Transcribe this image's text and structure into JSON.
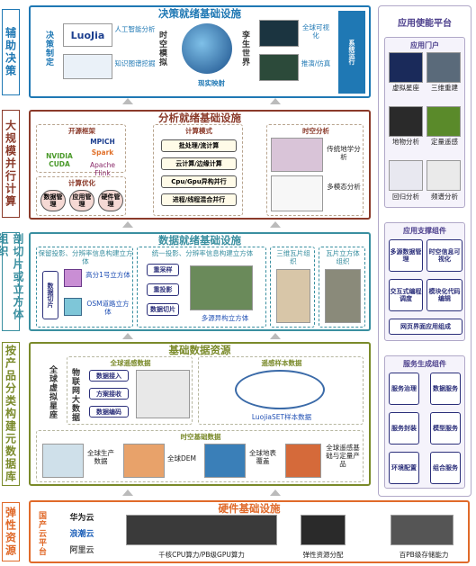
{
  "side_labels": [
    "辅助决策",
    "大规模并行计算",
    "剖切片或立方体组织",
    "按产品分类构建元数据库",
    "弹性资源"
  ],
  "decision": {
    "title": "决策就绪基础设施",
    "left_vertical": "决策制定",
    "luojia": "LuoJia",
    "items": [
      "人工智能分析",
      "知识图谱挖掘"
    ],
    "spacetime_vertical": "时空模拟",
    "mapping": "现实映射",
    "student_world_vertical": "孪生世界",
    "right_items": [
      "全球可视化",
      "推演/仿真"
    ],
    "right_strip": "系统运行"
  },
  "analysis": {
    "title": "分析就绪基础设施",
    "open_source": "开源框架",
    "tools": [
      "MPICH",
      "Spark",
      "NVIDIA CUDA",
      "Apache Flink"
    ],
    "compute_modes_title": "计算模式",
    "compute_modes": [
      "批处理/流计算",
      "云计算/边缘计算",
      "Cpu/Gpu异构并行",
      "进程/线程混合并行"
    ],
    "compute_perf": "计算优化",
    "perf_items": [
      "数据管理",
      "应用管理",
      "硬件管理"
    ],
    "spatial_title": "时空分析",
    "spatial_items": [
      "传统地学分析",
      "多模态分析"
    ]
  },
  "data_ready": {
    "title": "数据就绪基础设施",
    "col1_title": "保留投影、分辨率信息构建立方体",
    "col1_items": [
      "数据切片",
      "高分1号立方体",
      "OSM道路立方体"
    ],
    "col2_title": "统一投影、分辨率信息构建立方体",
    "col2_items": [
      "重采样",
      "重投影",
      "数据切片"
    ],
    "col2_caption": "多源异构立方体",
    "col3_title": "三维瓦片组织",
    "col4_title": "瓦片立方体组织"
  },
  "basic_data": {
    "title": "基础数据资源",
    "global_virtual": "全球虚拟星座",
    "sources": "全球遥感数据",
    "pipeline": [
      "数据接入",
      "方案接收",
      "数据编码"
    ],
    "phys_net_vertical": "物联网大数据",
    "sample_title": "遥感样本数据",
    "sample_caption": "LuojiaSET样本数据",
    "spatial_basic_title": "时空基础数据",
    "spatial_items": [
      "全球生产数据",
      "全球DEM",
      "全球地表覆盖",
      "全球遥感基础与定量产品"
    ]
  },
  "hardware": {
    "title": "硬件基础设施",
    "domestic_cloud_vertical": "国产云平台",
    "clouds": [
      "华为云",
      "浪潮云",
      "阿里云"
    ],
    "compute": "千核CPU算力/PB级GPU算力",
    "elastic": "弹性资源分配",
    "storage": "百PB级存储能力"
  },
  "right_panel": {
    "title": "应用使能平台",
    "portal": {
      "title": "应用门户",
      "items": [
        "虚拟星座",
        "三维重建",
        "地物分析",
        "定量遥感",
        "回归分析",
        "频谱分析"
      ]
    },
    "support": {
      "title": "应用支撑组件",
      "items": [
        "多源数据管理",
        "时空信息可视化",
        "交互式编程调度",
        "模块化代码编辑"
      ],
      "footer": "网页界面应用组成"
    },
    "services": {
      "title": "服务生成组件",
      "items": [
        "服务治理",
        "数据服务",
        "服务封装",
        "模型服务",
        "环境配置",
        "组合服务"
      ]
    }
  },
  "colors": {
    "decision": "#1f78b4",
    "analysis": "#8b3a2a",
    "data_ready": "#3a8fa0",
    "basic": "#7a8a2a",
    "hardware": "#e06a2a",
    "right": "#b0a8c8"
  }
}
